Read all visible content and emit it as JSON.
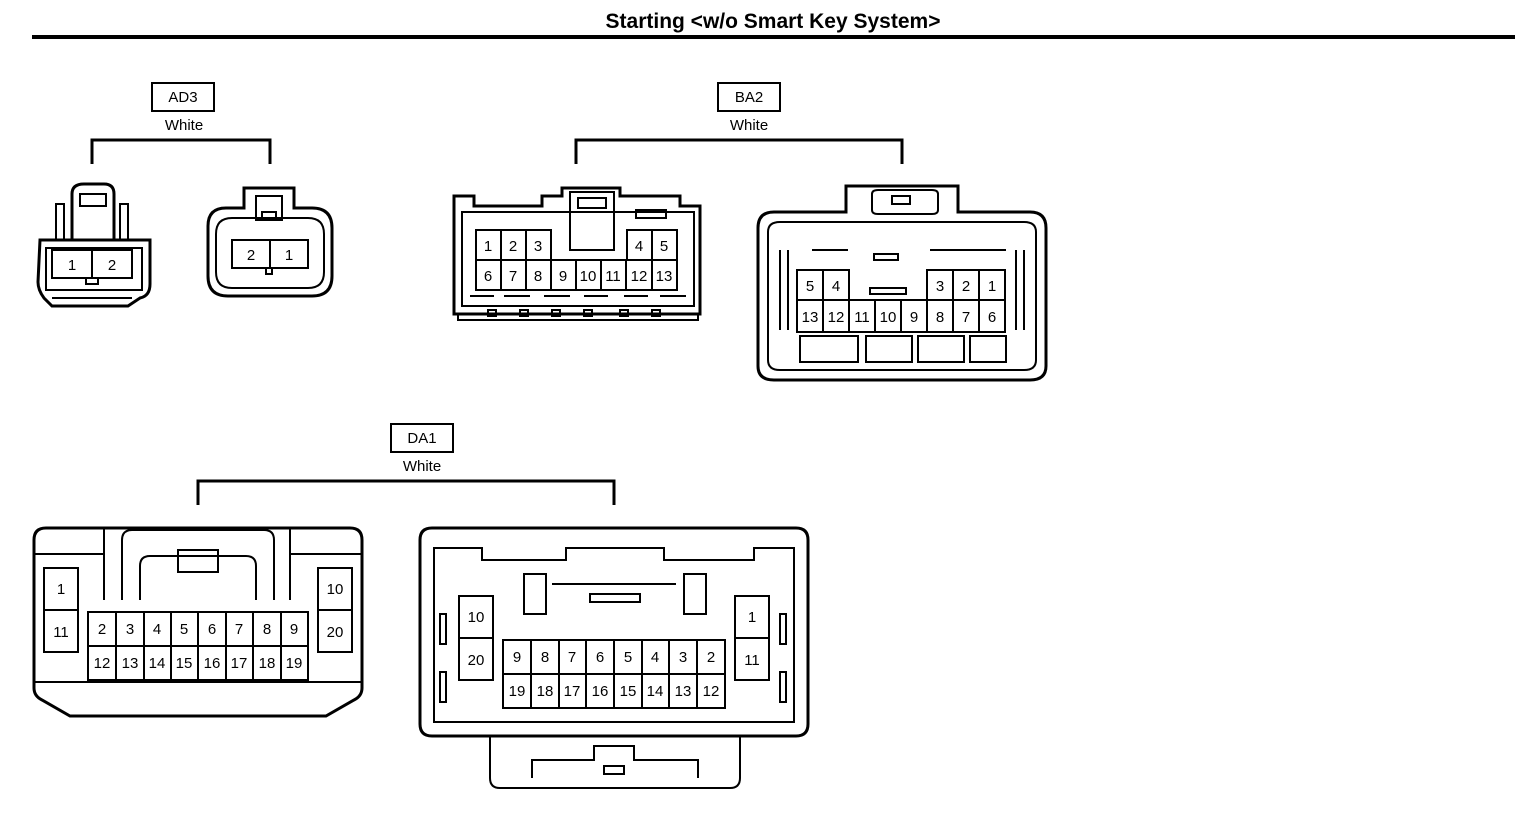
{
  "header": {
    "title": "Starting <w/o Smart Key System>"
  },
  "connectors": [
    {
      "code": "AD3",
      "color": "White",
      "views": [
        {
          "pins": [
            "1",
            "2"
          ]
        },
        {
          "pins": [
            "2",
            "1"
          ]
        }
      ]
    },
    {
      "code": "BA2",
      "color": "White",
      "views": [
        {
          "pins_top_left": [
            "1",
            "2",
            "3"
          ],
          "pins_top_right": [
            "4",
            "5"
          ],
          "pins_bottom": [
            "6",
            "7",
            "8",
            "9",
            "10",
            "11",
            "12",
            "13"
          ]
        },
        {
          "pins_top_left": [
            "5",
            "4"
          ],
          "pins_top_right": [
            "3",
            "2",
            "1"
          ],
          "pins_bottom": [
            "13",
            "12",
            "11",
            "10",
            "9",
            "8",
            "7",
            "6"
          ]
        }
      ]
    },
    {
      "code": "DA1",
      "color": "White",
      "views": [
        {
          "side_left": [
            "1",
            "11"
          ],
          "side_right": [
            "10",
            "20"
          ],
          "center_top": [
            "2",
            "3",
            "4",
            "5",
            "6",
            "7",
            "8",
            "9"
          ],
          "center_bottom": [
            "12",
            "13",
            "14",
            "15",
            "16",
            "17",
            "18",
            "19"
          ]
        },
        {
          "side_left": [
            "10",
            "20"
          ],
          "side_right": [
            "1",
            "11"
          ],
          "center_top": [
            "9",
            "8",
            "7",
            "6",
            "5",
            "4",
            "3",
            "2"
          ],
          "center_bottom": [
            "19",
            "18",
            "17",
            "16",
            "15",
            "14",
            "13",
            "12"
          ]
        }
      ]
    }
  ]
}
